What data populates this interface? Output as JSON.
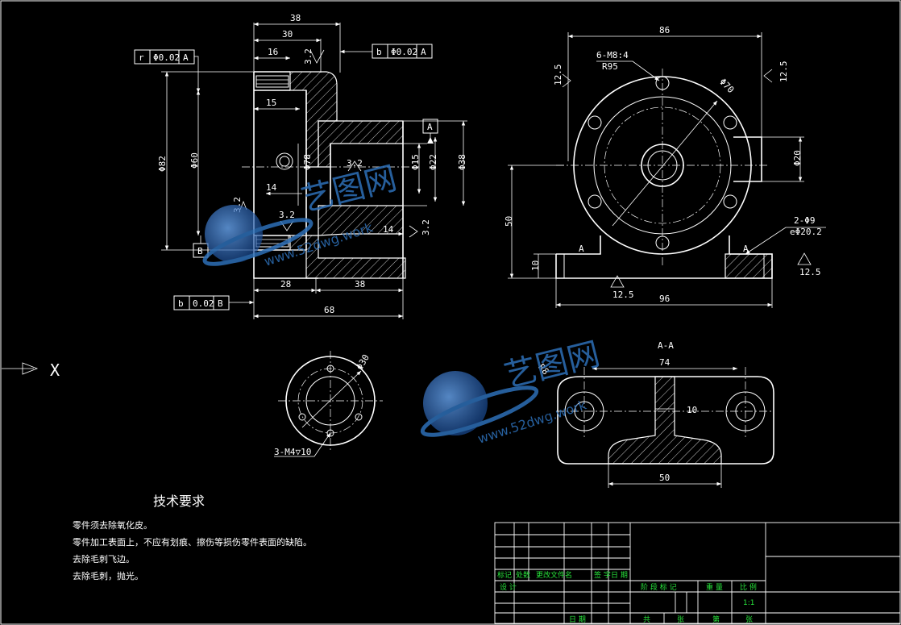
{
  "drawing": {
    "front_view": {
      "dims": {
        "d38": "38",
        "d30": "30",
        "d16": "16",
        "d15": "15",
        "d14a": "14",
        "d14b": "14",
        "d28": "28",
        "d38b": "38",
        "d68": "68",
        "phi82": "Φ82",
        "phi60": "Φ60",
        "phi78": "Φ78",
        "phi15": "Φ15",
        "phi22": "Φ22",
        "phi38": "Φ38"
      },
      "roughness": [
        "3.2",
        "3.2",
        "3.2",
        "3.2",
        "3.2"
      ],
      "tolerance_frames": [
        {
          "sym": "r",
          "val": "Φ0.02",
          "ref": "A"
        },
        {
          "sym": "b",
          "val": "Φ0.02",
          "ref": "A"
        },
        {
          "sym": "b",
          "val": "0.02",
          "ref": "B"
        }
      ],
      "datum_a": "A",
      "datum_b": "B"
    },
    "side_view": {
      "dims": {
        "d86": "86",
        "d96": "96",
        "d50": "50",
        "d10": "10",
        "phi70": "Φ70",
        "phi20": "Φ20",
        "r125a": "12.5",
        "r125b": "12.5",
        "r125c": "12.5",
        "r125d": "12.5"
      },
      "thread_label_1": "6-M8:4",
      "thread_label_2": "R95",
      "hole_label_1": "2-Φ9",
      "hole_label_2": "eΦ20.2",
      "letter_a": "A"
    },
    "flange_view": {
      "phi30": "Φ30",
      "thread_label": "3-M4▽10"
    },
    "section_view": {
      "title": "A-A",
      "dims": {
        "d74": "74",
        "d10": "10",
        "d50": "50"
      },
      "r_label": "R8"
    },
    "section_marker": "X",
    "watermark": {
      "brand": "艺图网",
      "url": "www.52dwg.work"
    }
  },
  "notes": {
    "title": "技术要求",
    "items": [
      "零件须去除氧化皮。",
      "零件加工表面上，不应有划痕、擦伤等损伤零件表面的缺陷。",
      "去除毛刺飞边。",
      "去除毛刺，抛光。"
    ]
  },
  "title_block": {
    "row1": [
      "标记",
      "处数",
      "更改文件名",
      "签 字",
      "日 期"
    ],
    "design": "设 计",
    "stage_marks": "阶 段 标 记",
    "weight": "重 量",
    "scale": "比 例",
    "scale_value": "1:1",
    "date": "日 期",
    "total": "共",
    "sheets": "张",
    "page": "第",
    "sheet": "张"
  },
  "colors": {
    "background": "#000000",
    "line": "#ffffff",
    "title_block_text": "#27e33b",
    "watermark": "#2d6fb7"
  }
}
